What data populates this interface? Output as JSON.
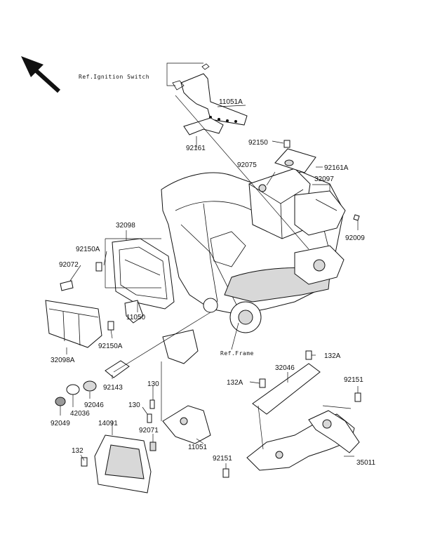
{
  "diagram": {
    "references": {
      "ignition_switch": "Ref.Ignition Switch",
      "frame": "Ref.Frame"
    },
    "labels": {
      "p11051A": "11051A",
      "p92161": "92161",
      "p92150_top": "92150",
      "p92075": "92075",
      "p92161A": "92161A",
      "p32097": "32097",
      "p92009": "92009",
      "p32098": "32098",
      "p92150A_top": "92150A",
      "p92072": "92072",
      "p11050": "11050",
      "p92150A_bottom": "92150A",
      "p32098A": "32098A",
      "p92143": "92143",
      "p92046": "92046",
      "p42036": "42036",
      "p92049": "92049",
      "p130_a": "130",
      "p130_b": "130",
      "p14091": "14091",
      "p92071": "92071",
      "p11051": "11051",
      "p132": "132",
      "p132A_top": "132A",
      "p32046": "32046",
      "p132A_left": "132A",
      "p92151_right": "92151",
      "p92151_bottom": "92151",
      "p35011": "35011"
    },
    "icons": {
      "direction_arrow": "front-direction-arrow-icon"
    },
    "colors": {
      "ink": "#111111",
      "background": "#ffffff"
    }
  }
}
